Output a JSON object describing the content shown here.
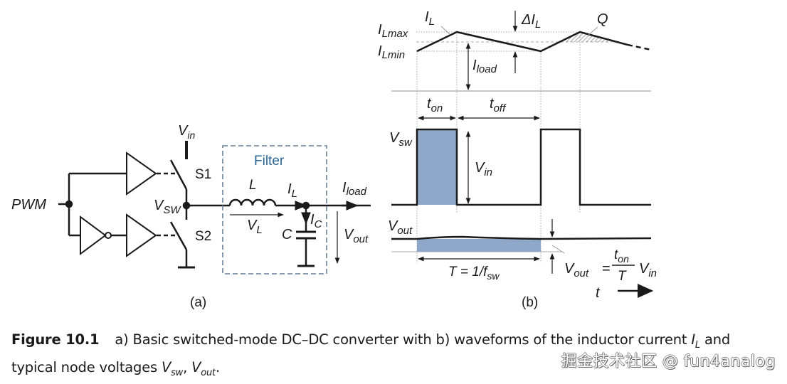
{
  "circuit": {
    "pwm_label": "PWM",
    "vin_label": "V",
    "vin_sub": "in",
    "s1_label": "S1",
    "s2_label": "S2",
    "vsw_label": "V",
    "vsw_sub": "SW",
    "filter_label": "Filter",
    "inductor_label": "L",
    "il_label": "I",
    "il_sub": "L",
    "vl_label": "V",
    "vl_sub": "L",
    "ic_label": "I",
    "ic_sub": "C",
    "cap_label": "C",
    "iload_label": "I",
    "iload_sub": "load",
    "vout_label": "V",
    "vout_sub": "out",
    "panel_label": "(a)"
  },
  "waveforms": {
    "il_label": "I",
    "il_sub": "L",
    "ilmax_label": "I",
    "ilmax_sub": "Lmax",
    "ilmin_label": "I",
    "ilmin_sub": "Lmin",
    "delta_il_label": "ΔI",
    "delta_il_sub": "L",
    "q_label": "Q",
    "iload_label": "I",
    "iload_sub": "load",
    "ton_label": "t",
    "ton_sub": "on",
    "toff_label": "t",
    "toff_sub": "off",
    "vsw_label": "V",
    "vsw_sub": "sw",
    "vin_label": "V",
    "vin_sub": "in",
    "vout_label": "V",
    "vout_sub": "out",
    "period_label_pre": "T = 1/f",
    "period_sub": "sw",
    "formula_lhs": "V",
    "formula_lhs_sub": "out",
    "formula_eq": "=",
    "formula_num": "t",
    "formula_num_sub": "on",
    "formula_den": "T",
    "formula_rhs": "V",
    "formula_rhs_sub": "in",
    "time_label": "t",
    "panel_label": "(b)"
  },
  "colors": {
    "wire": "#1a1a1a",
    "filter_box": "#7a8fa3",
    "filter_text": "#2a6496",
    "fill_blue": "#8fa7c8",
    "grid": "#a8a8a8"
  },
  "caption": {
    "figure_label": "Figure 10.1",
    "text_part1": "a) Basic switched-mode DC–DC converter with b) waveforms of the inductor current ",
    "il": "I",
    "il_sub": "L",
    "text_part2": " and",
    "line2_prefix": "typical node voltages ",
    "vsw": "V",
    "vsw_sub": "sw",
    "sep": ", ",
    "vout": "V",
    "vout_sub": "out",
    "line2_suffix": "."
  },
  "watermark": "掘金技术社区 @ fun4analog"
}
